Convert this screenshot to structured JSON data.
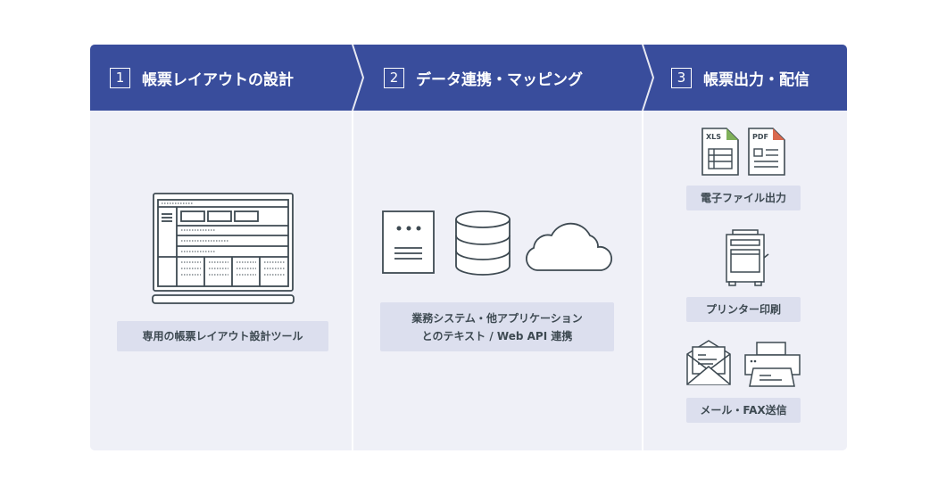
{
  "steps": [
    {
      "num": "1",
      "title": "帳票レイアウトの設計"
    },
    {
      "num": "2",
      "title": "データ連携・マッピング"
    },
    {
      "num": "3",
      "title": "帳票出力・配信"
    }
  ],
  "col1": {
    "label": "専用の帳票レイアウト設計ツール"
  },
  "col2": {
    "label_line1": "業務システム・他アプリケーション",
    "label_line2": "とのテキスト / Web API 連携"
  },
  "col3": {
    "file_xls": "XLS",
    "file_pdf": "PDF",
    "label_file": "電子ファイル出力",
    "label_print": "プリンター印刷",
    "label_mail": "メール・FAX送信"
  },
  "colors": {
    "header": "#394d9c",
    "body": "#eff0f7",
    "label_bg": "#dcdfee",
    "stroke": "#3e4a52",
    "xls": "#7fb05a",
    "pdf": "#d9694f"
  }
}
